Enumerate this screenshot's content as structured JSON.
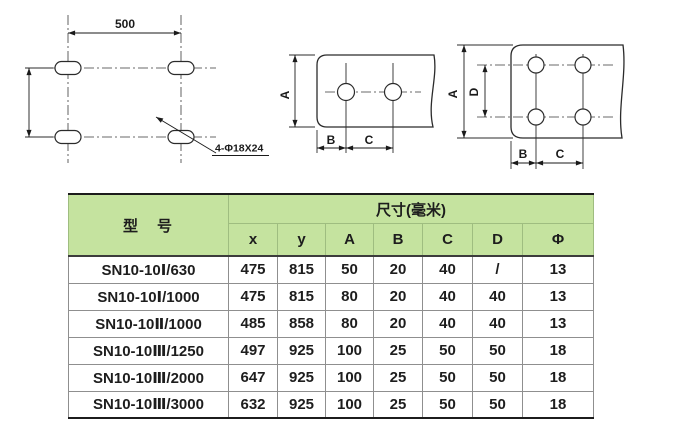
{
  "drawings": {
    "mounting_plan": {
      "width_dim": "500",
      "slot_note": "4-Φ18X24"
    },
    "two_hole_view": {
      "labels": {
        "a": "A",
        "b": "B",
        "c": "C"
      }
    },
    "four_hole_view": {
      "labels": {
        "a": "A",
        "b": "B",
        "c": "C",
        "d": "D"
      }
    }
  },
  "table": {
    "colors": {
      "header_bg": "#c5e39f",
      "border_dark": "#1c1c1c",
      "border_light": "#8f8f8f",
      "text": "#1d1d1d"
    },
    "header": {
      "model_label": "型　号",
      "dims_group_label": "尺寸(毫米)",
      "columns": [
        "x",
        "y",
        "A",
        "B",
        "C",
        "D",
        "Φ"
      ]
    },
    "rows": [
      {
        "model": "SN10-10Ⅰ/630",
        "values": [
          "475",
          "815",
          "50",
          "20",
          "40",
          "/",
          "13"
        ]
      },
      {
        "model": "SN10-10Ⅰ/1000",
        "values": [
          "475",
          "815",
          "80",
          "20",
          "40",
          "40",
          "13"
        ]
      },
      {
        "model": "SN10-10Ⅱ/1000",
        "values": [
          "485",
          "858",
          "80",
          "20",
          "40",
          "40",
          "13"
        ]
      },
      {
        "model": "SN10-10Ⅲ/1250",
        "values": [
          "497",
          "925",
          "100",
          "25",
          "50",
          "50",
          "18"
        ]
      },
      {
        "model": "SN10-10Ⅲ/2000",
        "values": [
          "647",
          "925",
          "100",
          "25",
          "50",
          "50",
          "18"
        ]
      },
      {
        "model": "SN10-10Ⅲ/3000",
        "values": [
          "632",
          "925",
          "100",
          "25",
          "50",
          "50",
          "18"
        ]
      }
    ]
  }
}
